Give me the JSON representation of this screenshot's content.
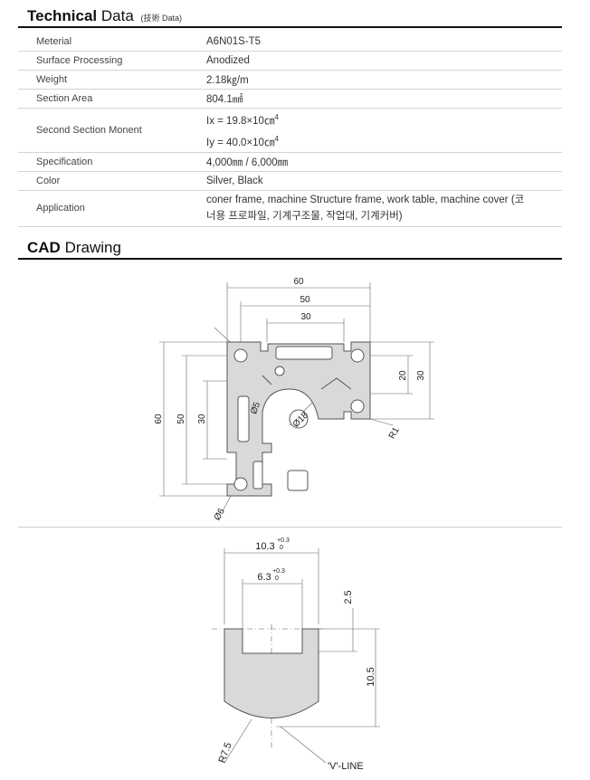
{
  "technical": {
    "title_bold": "Technical",
    "title_rest": "Data",
    "title_sub": "(技術 Data)"
  },
  "specs": {
    "material": {
      "label": "Meterial",
      "value": "A6N01S-T5"
    },
    "surface": {
      "label": "Surface Processing",
      "value": "Anodized"
    },
    "weight": {
      "label": "Weight",
      "value": "2.18㎏/m"
    },
    "section_area": {
      "label": "Section Area",
      "value": "804.1㎟"
    },
    "second_moment": {
      "label": "Second Section Monent",
      "ix": "Ix = 19.8×10㎝",
      "iy": "Iy = 40.0×10㎝",
      "exp": "4"
    },
    "specification": {
      "label": "Specification",
      "value": "4,000㎜ / 6,000㎜"
    },
    "color": {
      "label": "Color",
      "value": "Silver, Black"
    },
    "application": {
      "label": "Application",
      "line1": "coner frame, machine Structure frame, work table, machine cover (코",
      "line2": "너용 프로파일, 기계구조물, 작업대, 기계커버)"
    }
  },
  "cad": {
    "title_bold": "CAD",
    "title_rest": "Drawing"
  },
  "drawing1": {
    "dim_60_top": "60",
    "dim_50_top": "50",
    "dim_30_top": "30",
    "dim_60_left": "60",
    "dim_50_left": "50",
    "dim_30_left": "30",
    "dim_20_right": "20",
    "dim_30_right": "30",
    "phi5": "Ø5",
    "phi18": "Ø18",
    "phi6": "Ø6",
    "r1": "R1"
  },
  "drawing2": {
    "w_outer": "10.3",
    "w_outer_tol_plus": "+0.3",
    "w_outer_tol_zero": "0",
    "w_inner": "6.3",
    "w_inner_tol_plus": "+0.3",
    "w_inner_tol_zero": "0",
    "h_small": "2.5",
    "h_big": "10.5",
    "radius": "R7.5",
    "vline": "'V'-LINE"
  },
  "colors": {
    "profile_fill": "#d8d8d8",
    "outline": "#555555",
    "dim_line": "#666666"
  }
}
